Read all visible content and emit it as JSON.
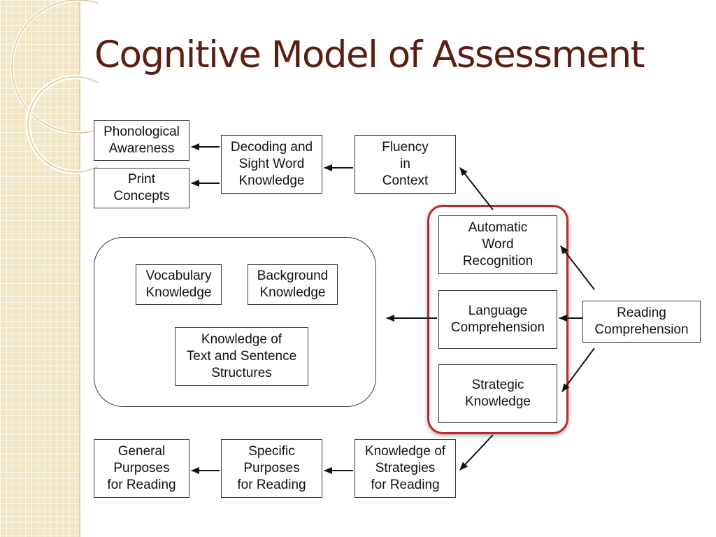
{
  "title": "Cognitive Model of Assessment",
  "colors": {
    "title": "#5b1f12",
    "highlight": "#c0282b",
    "sidebar": "#f1e6c6"
  },
  "diagram": {
    "phonological_awareness": "Phonological\nAwareness",
    "print_concepts": "Print\nConcepts",
    "decoding": "Decoding and\nSight Word\nKnowledge",
    "fluency": "Fluency\nin\nContext",
    "vocabulary": "Vocabulary\nKnowledge",
    "background": "Background\nKnowledge",
    "text_structures": "Knowledge of\nText and Sentence\nStructures",
    "automatic_word": "Automatic\nWord\nRecognition",
    "language_comprehension": "Language\nComprehension",
    "strategic_knowledge": "Strategic\nKnowledge",
    "reading_comprehension": "Reading\nComprehension",
    "general_purposes": "General\nPurposes\nfor Reading",
    "specific_purposes": "Specific\nPurposes\nfor Reading",
    "knowledge_strategies": "Knowledge of\nStrategies\nfor Reading"
  }
}
